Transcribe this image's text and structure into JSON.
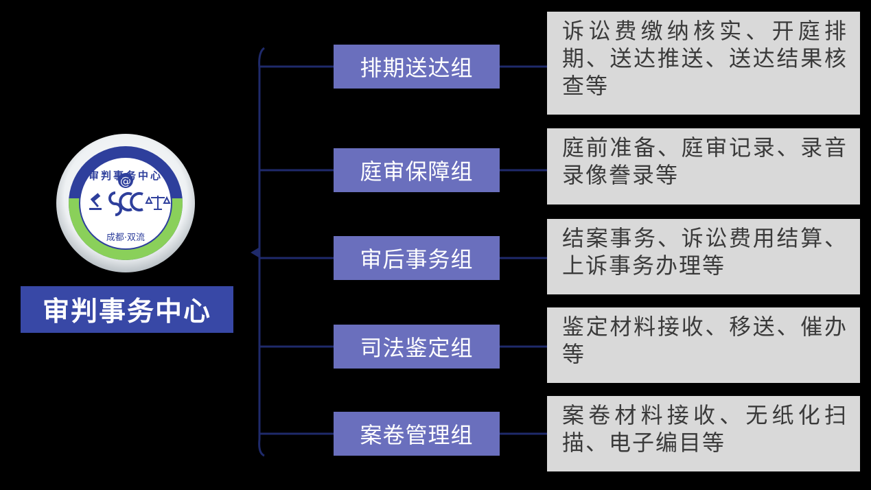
{
  "center": {
    "title": "审判事务中心",
    "logo": {
      "ring_text": "审判事务中心",
      "bottom_text": "成都·双流",
      "icons": [
        "at-icon",
        "gavel-icon",
        "scales-icon"
      ],
      "colors": {
        "ring_blue": "#2e3f9c",
        "ring_green": "#8ad05a"
      }
    }
  },
  "groups": [
    {
      "name": "排期送达组",
      "desc": "诉讼费缴纳核实、开庭排期、送达推送、送达结果核查等"
    },
    {
      "name": "庭审保障组",
      "desc": "庭前准备、庭审记录、录音录像誊录等"
    },
    {
      "name": "审后事务组",
      "desc": "结案事务、诉讼费用结算、上诉事务办理等"
    },
    {
      "name": "司法鉴定组",
      "desc": "鉴定材料接收、移送、催办等"
    },
    {
      "name": "案卷管理组",
      "desc": "案卷材料接收、无纸化扫描、电子编目等"
    }
  ],
  "colors": {
    "background": "#000000",
    "center_label": "#3848a6",
    "group_box": "#6a6fbd",
    "desc_box": "#d9d9d9",
    "connector": "#1f2a6b"
  }
}
